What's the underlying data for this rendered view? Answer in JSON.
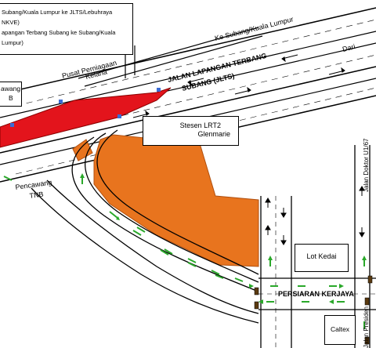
{
  "legend": {
    "line1": "Subang/Kuala Lumpur ke JLTS/Lebuhraya NKVE)",
    "line2": "apangan Terbang Subang ke Subang/Kuala Lumpur)"
  },
  "labels": {
    "ke_subang": "Ke Subang/Kuala Lumpur",
    "dari": "Dari",
    "jalan_jlts_1": "JALAN LAPANGAN TERBANG",
    "jalan_jlts_2": "SUBANG (JLTS)",
    "pusat_1": "Pusat Perniagaan",
    "pusat_2": "Kelana",
    "pencawang_top": "awang",
    "pencawang_top_b": "B",
    "pencawang_1": "Pencawang",
    "pencawang_2": "TNB",
    "stesen_1": "Stesen LRT2",
    "stesen_2": "Glenmarie",
    "jalan_doktor": "Jalan Doktor U1/67",
    "lot_kedai": "Lot Kedai",
    "persiaran": "PERSIARAN KERJAYA",
    "jalan_presiden": "Jalan Presiden",
    "caltex": "Caltex"
  },
  "colors": {
    "orange_zone": "#e8741e",
    "red_zone": "#e3141c",
    "green_arrow": "#2aa82a",
    "road_line": "#000000"
  }
}
